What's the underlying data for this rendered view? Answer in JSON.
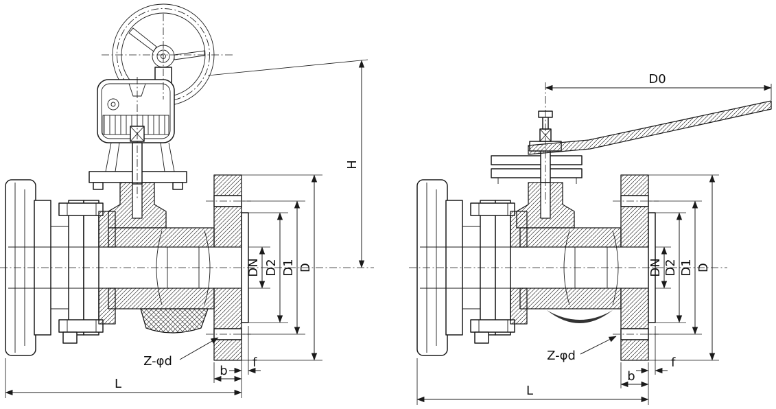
{
  "drawing": {
    "background": "#ffffff",
    "line_color": "#1a1a1a",
    "views": {
      "left": {
        "name": "gear-operated-flanged-ball-valve-section",
        "dims": {
          "H": "H",
          "DN": "DN",
          "D2": "D2",
          "D1": "D1",
          "D": "D",
          "Z_phi_d": "Z-φd",
          "b": "b",
          "f": "f",
          "L": "L"
        }
      },
      "right": {
        "name": "lever-operated-flanged-ball-valve-section",
        "dims": {
          "D0": "D0",
          "DN": "DN",
          "D2": "D2",
          "D1": "D1",
          "D": "D",
          "Z_phi_d": "Z-φd",
          "b": "b",
          "f": "f",
          "L": "L"
        }
      }
    }
  }
}
